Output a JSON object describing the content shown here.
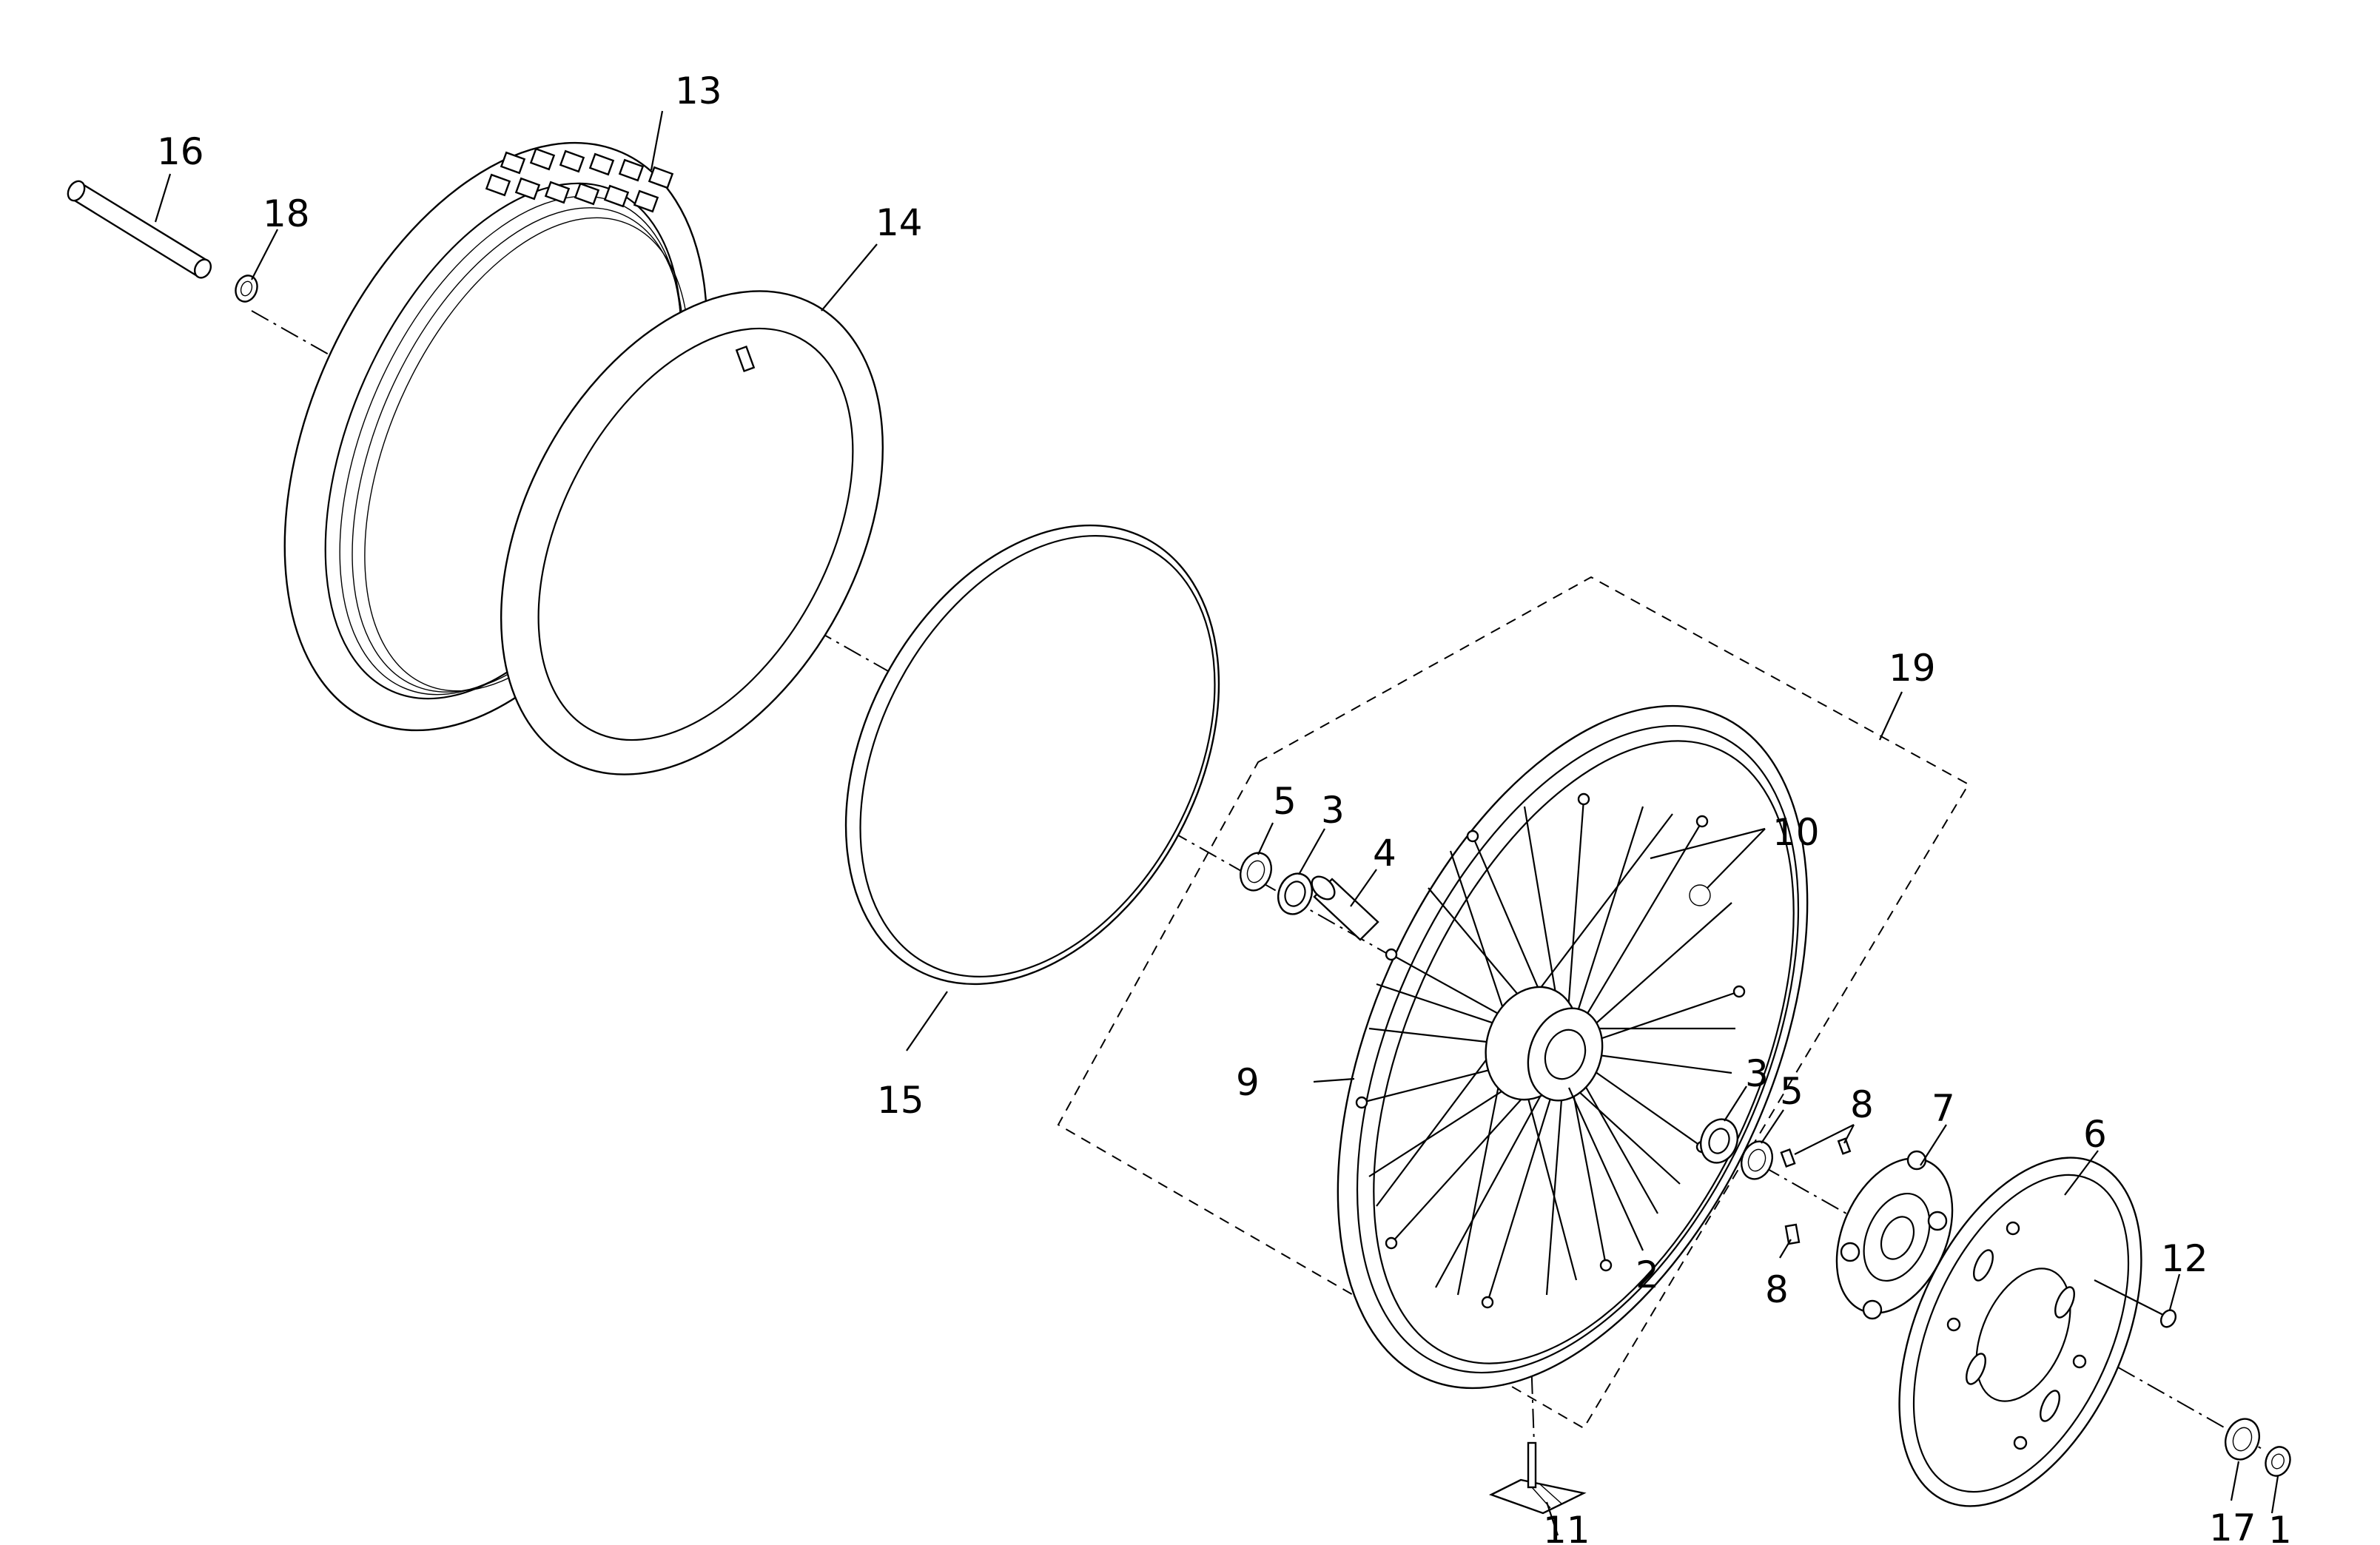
{
  "labels": {
    "p1": "1",
    "p2": "2",
    "p3a": "3",
    "p3b": "3",
    "p4": "4",
    "p5a": "5",
    "p5b": "5",
    "p6": "6",
    "p7": "7",
    "p8a": "8",
    "p8b": "8",
    "p9": "9",
    "p10": "10",
    "p11": "11",
    "p12": "12",
    "p13": "13",
    "p14": "14",
    "p15": "15",
    "p16": "16",
    "p17": "17",
    "p18": "18",
    "p19": "19"
  },
  "colors": {
    "line": "#000000",
    "background": "#ffffff"
  }
}
